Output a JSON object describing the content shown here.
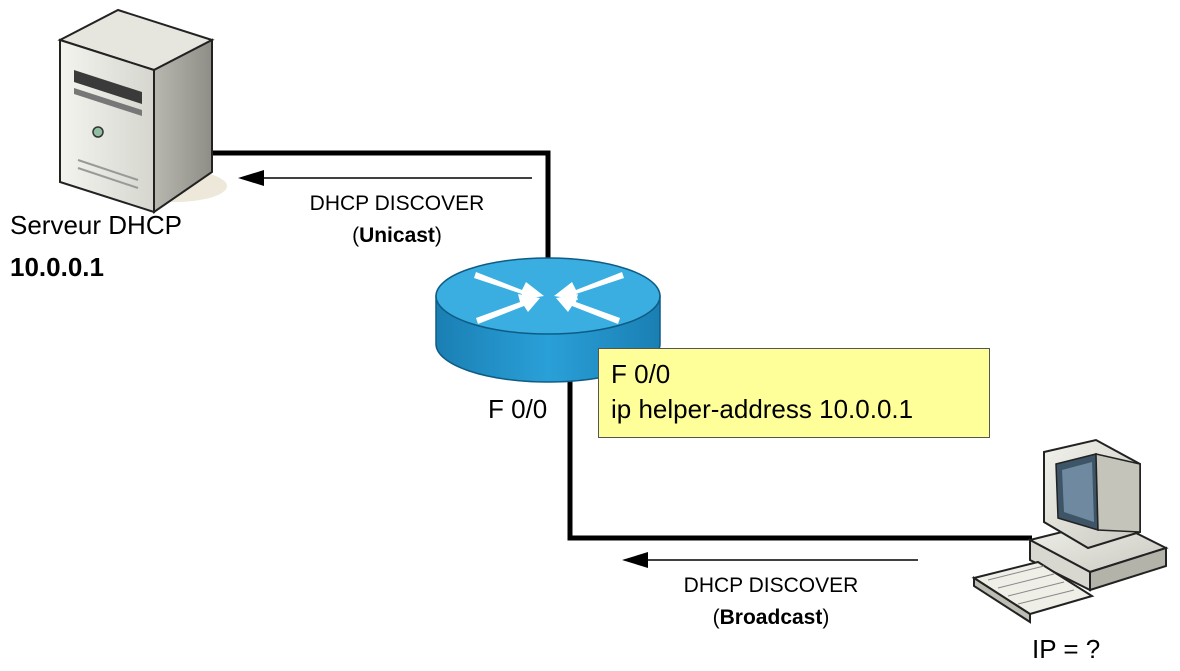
{
  "server": {
    "name": "Serveur DHCP",
    "ip": "10.0.0.1"
  },
  "router": {
    "interface_label": "F 0/0"
  },
  "config_note": {
    "line1": "F 0/0",
    "line2": "ip helper-address 10.0.0.1",
    "color": "#ffff99"
  },
  "msg_unicast": {
    "title": "DHCP DISCOVER",
    "open": "(",
    "mode": "Unicast",
    "close": ")"
  },
  "msg_broadcast": {
    "title": "DHCP DISCOVER",
    "open": "(",
    "mode": "Broadcast",
    "close": ")"
  },
  "client": {
    "ip_label": "IP = ?"
  },
  "icons": [
    "server-icon",
    "router-icon",
    "computer-icon"
  ],
  "colors": {
    "router_blue": "#1a8fc6",
    "router_top": "#3aaee0",
    "cable": "#000000"
  }
}
